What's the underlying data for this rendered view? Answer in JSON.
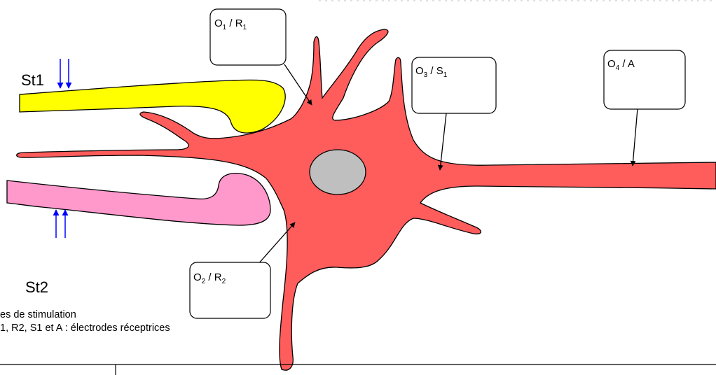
{
  "colors": {
    "neuron": "#ff5c5c",
    "nucleus": "#bfbfbf",
    "axon_st1": "#ffff00",
    "axon_st2": "#ff99cc",
    "stim_arrows": "#0000ff",
    "outline": "#000000"
  },
  "stimulation": {
    "st1_label": "St1",
    "st2_label": "St2"
  },
  "electrodes": [
    {
      "id": "o1",
      "label_main": "O",
      "label_sub": "1",
      "label_sep": " / ",
      "label_main2": "R",
      "label_sub2": "1"
    },
    {
      "id": "o2",
      "label_main": "O",
      "label_sub": "2",
      "label_sep": " / ",
      "label_main2": "R",
      "label_sub2": "2"
    },
    {
      "id": "o3",
      "label_main": "O",
      "label_sub": "3",
      "label_sep": " / ",
      "label_main2": "S",
      "label_sub2": "1"
    },
    {
      "id": "o4",
      "label_main": "O",
      "label_sub": "4",
      "label_sep": " / ",
      "label_main2": "A",
      "label_sub2": ""
    }
  ],
  "legend": {
    "line1": "es de stimulation",
    "line2": "1, R2, S1 et A : électrodes réceptrices"
  }
}
